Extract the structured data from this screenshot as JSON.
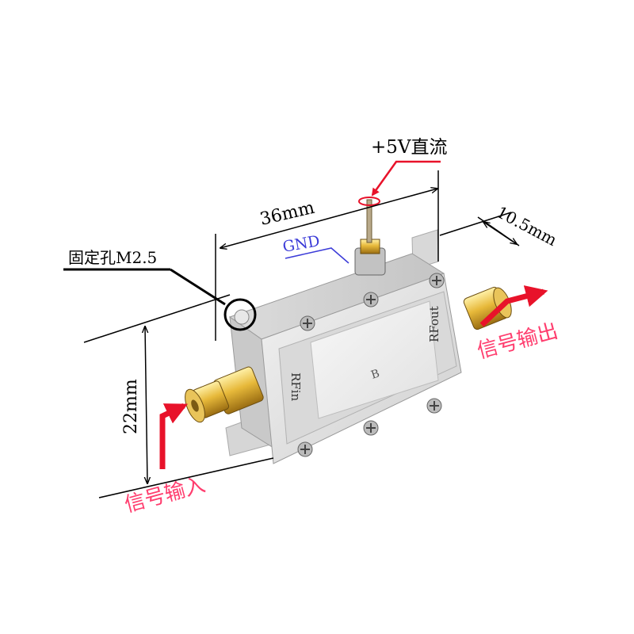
{
  "dimensions": {
    "length": "36mm",
    "depth": "10.5mm",
    "height": "22mm"
  },
  "labels": {
    "power": "+5V直流",
    "gnd": "GND",
    "mount_hole": "固定孔M2.5",
    "signal_in": "信号输入",
    "signal_out": "信号输出",
    "port_in": "RFin",
    "port_out": "RFout",
    "lid_mark": "B"
  },
  "colors": {
    "annotation_red": "#e8122a",
    "signal_text": "#ff3d6e",
    "gnd_blue": "#3b3bd8",
    "dimension_line": "#000000"
  }
}
